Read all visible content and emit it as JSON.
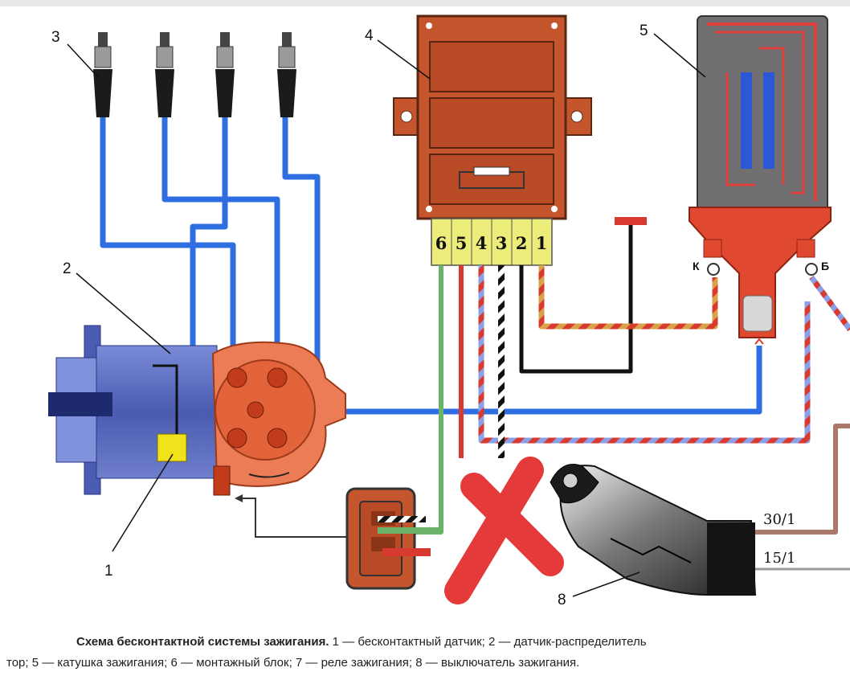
{
  "callouts": {
    "n1": "1",
    "n2": "2",
    "n3": "3",
    "n4": "4",
    "n5": "5",
    "n8": "8"
  },
  "module_pins": [
    "6",
    "5",
    "4",
    "3",
    "2",
    "1"
  ],
  "coil_terminals": {
    "k": "К",
    "b": "Б"
  },
  "switch_wires": {
    "w30": "30/1",
    "w15": "15/1"
  },
  "caption": {
    "title": "Схема бесконтактной системы зажигания.",
    "line1_rest": " 1 — бесконтактный датчик; 2 — датчик-распределитель",
    "line2": "тор; 5 — катушка зажигания; 6 — монтажный блок; 7 — реле зажигания; 8 — выключатель зажигания."
  },
  "colors": {
    "hv_wire": "#2f6ee0",
    "module": "#c4552d",
    "coil_body": "#6e6e70",
    "cross": "#e53a3a",
    "pin_block": "#ecec7a"
  }
}
